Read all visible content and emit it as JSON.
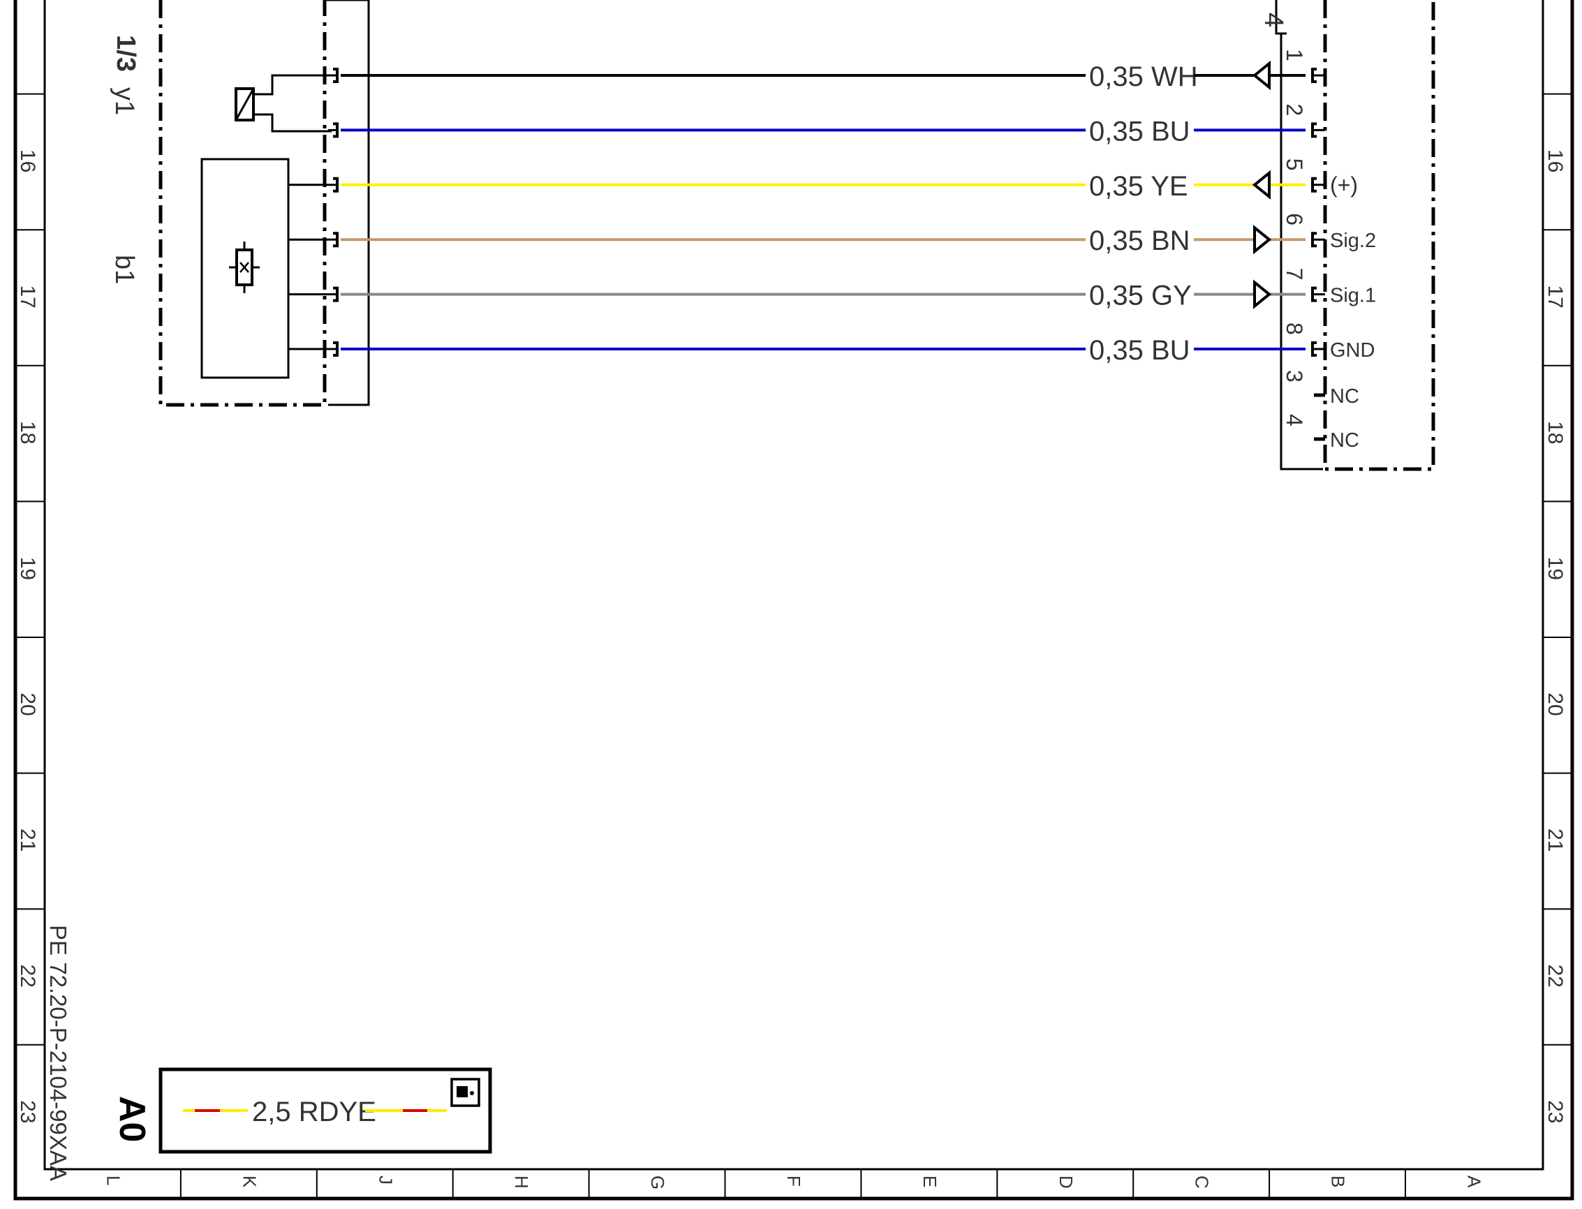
{
  "components": {
    "left_partial_label": "1/3",
    "valve": {
      "label": "y1"
    },
    "sensor": {
      "label": "b1"
    },
    "connector_partial_label": "4"
  },
  "wires": [
    {
      "label": "0,35 WH",
      "color": "#000000",
      "pin": "1",
      "signal": "",
      "arrow": "left"
    },
    {
      "label": "0,35 BU",
      "color": "#0000cc",
      "pin": "2",
      "signal": "",
      "arrow": "none"
    },
    {
      "label": "0,35 YE",
      "color": "#ffee00",
      "pin": "5",
      "signal": "(+)",
      "arrow": "left"
    },
    {
      "label": "0,35 BN",
      "color": "#c49a6c",
      "pin": "6",
      "signal": "Sig.2",
      "arrow": "right"
    },
    {
      "label": "0,35 GY",
      "color": "#888888",
      "pin": "7",
      "signal": "Sig.1",
      "arrow": "right"
    },
    {
      "label": "0,35 BU",
      "color": "#0000cc",
      "pin": "8",
      "signal": "GND",
      "arrow": "none"
    }
  ],
  "unused_pins": [
    {
      "pin": "3",
      "signal": "NC"
    },
    {
      "pin": "4",
      "signal": "NC"
    }
  ],
  "document_number": "PE 72.20-P-2104-99XAA",
  "sheet_size": "A0",
  "legend": {
    "wire_label": "2,5 RDYE",
    "colors": {
      "primary": "#ffee00",
      "stripe": "#dd0000"
    },
    "info_icon": "info-icon"
  },
  "ruler": {
    "rows": [
      "16",
      "17",
      "18",
      "19",
      "20",
      "21",
      "22",
      "23"
    ],
    "columns": [
      "L",
      "K",
      "J",
      "H",
      "G",
      "F",
      "E",
      "D",
      "C",
      "B",
      "A"
    ]
  }
}
